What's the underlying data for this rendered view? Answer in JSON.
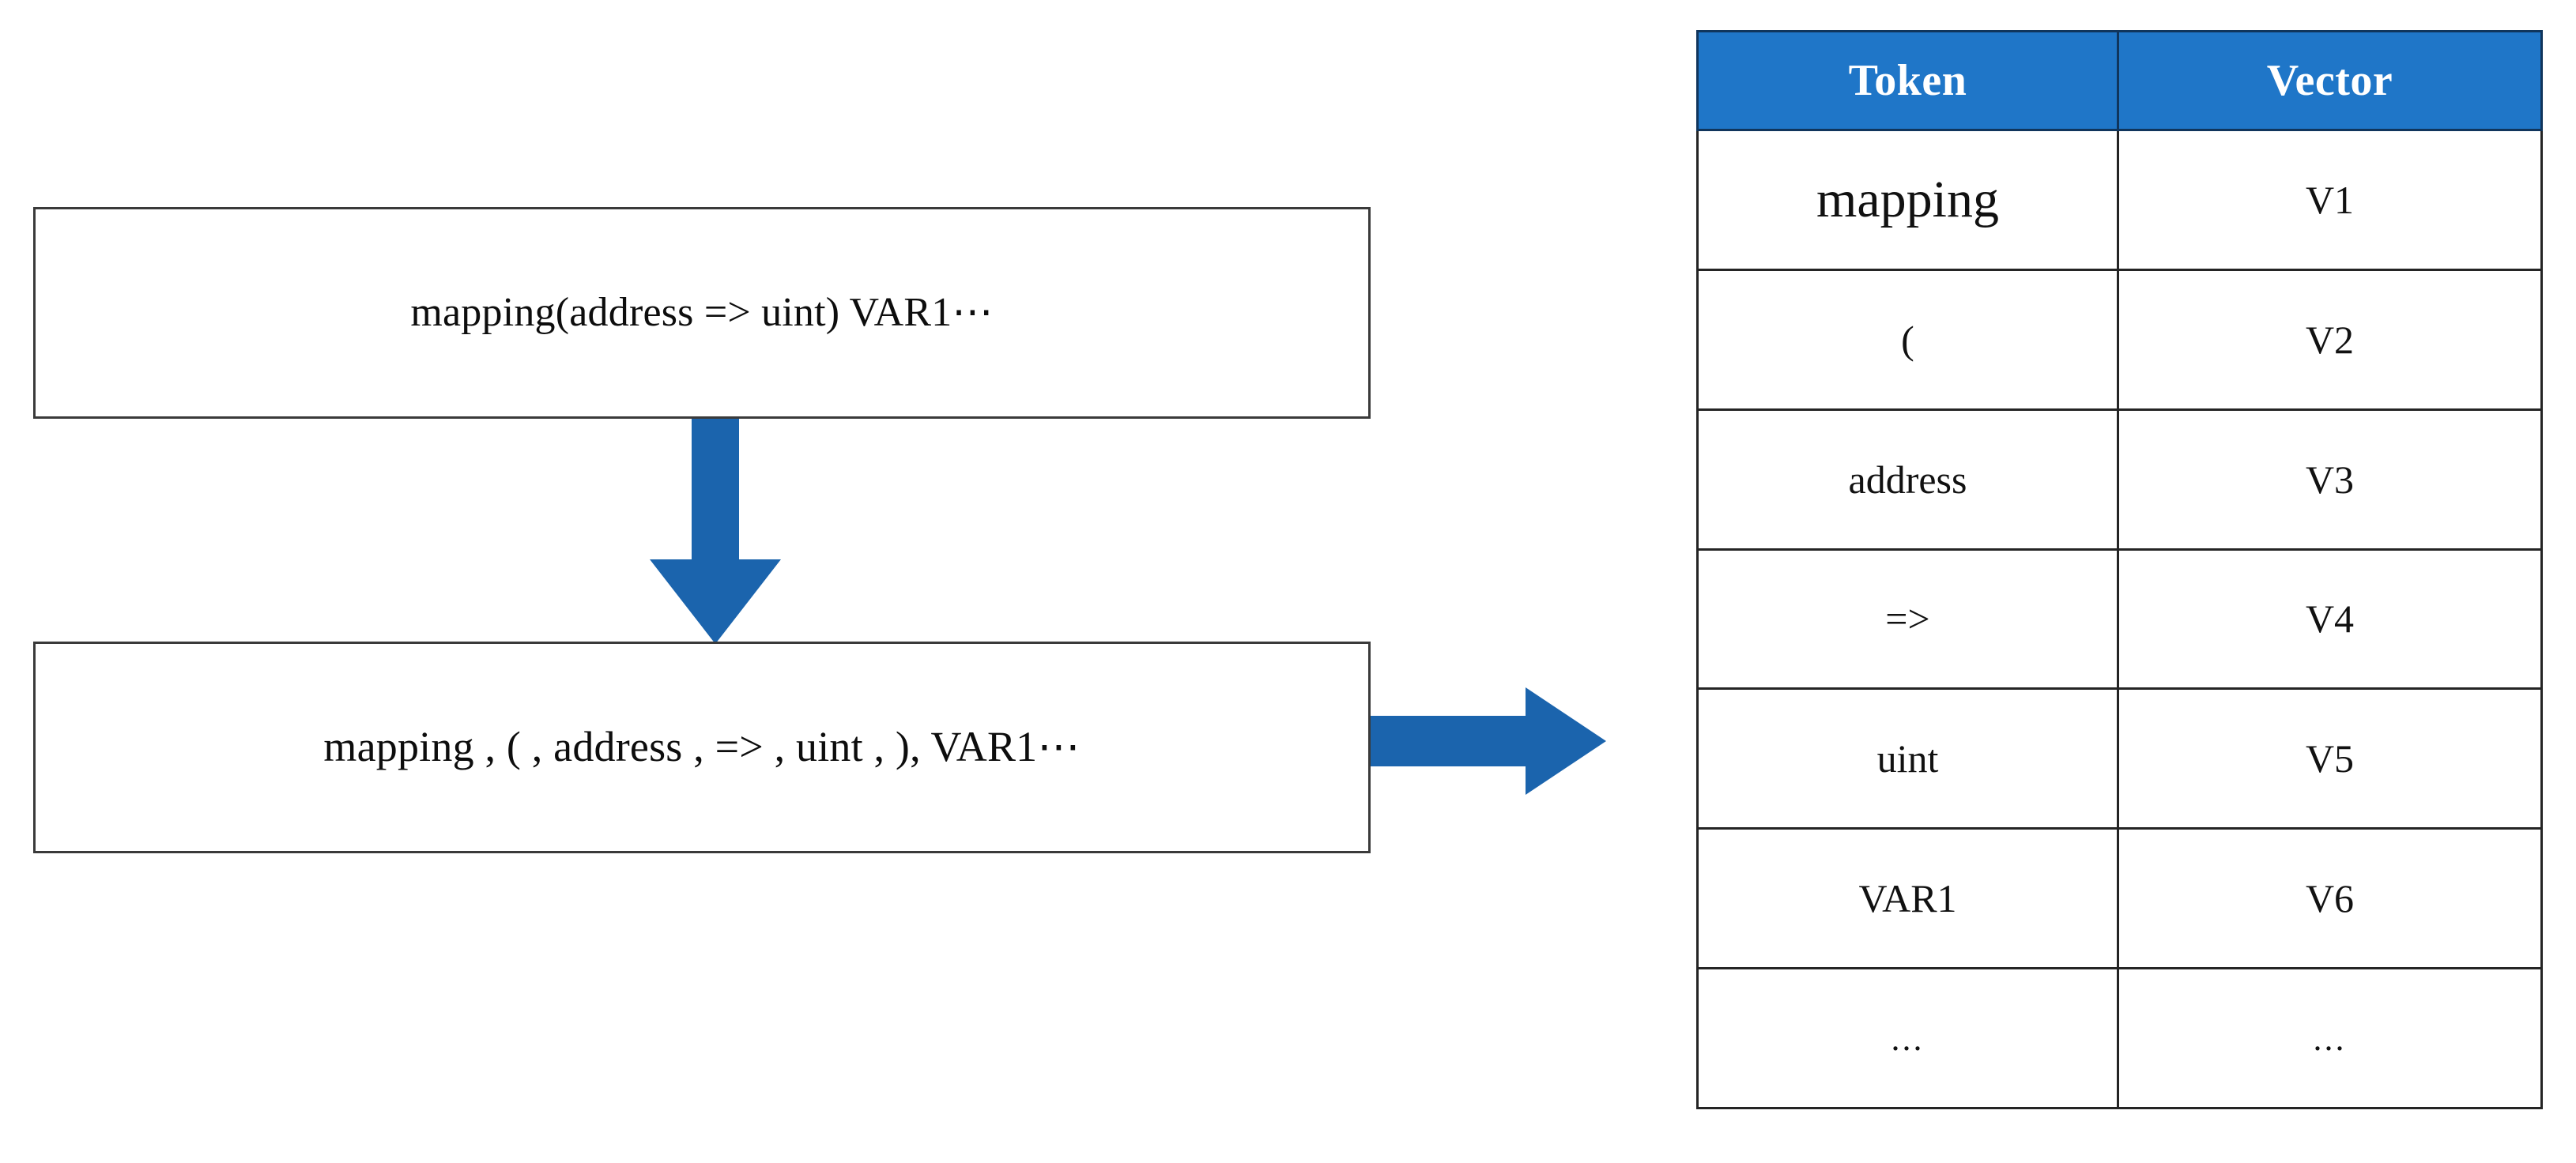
{
  "diagram": {
    "source_box": {
      "text": "mapping(address => uint) VAR1⋯"
    },
    "token_box": {
      "text": "mapping , ( , address , => , uint , ), VAR1⋯"
    },
    "arrows": {
      "down": "tokenize-arrow-down",
      "right": "embed-arrow-right"
    },
    "colors": {
      "arrow_blue": "#1b64ad",
      "header_blue": "#1f76c8",
      "box_border": "#3a3a3a",
      "table_border": "#242424"
    }
  },
  "table": {
    "columns": [
      "Token",
      "Vector"
    ],
    "rows": [
      {
        "token": "mapping",
        "vector": "V1"
      },
      {
        "token": "(",
        "vector": "V2"
      },
      {
        "token": "address",
        "vector": "V3"
      },
      {
        "token": "=>",
        "vector": "V4"
      },
      {
        "token": "uint",
        "vector": "V5"
      },
      {
        "token": "VAR1",
        "vector": "V6"
      },
      {
        "token": "...",
        "vector": "..."
      }
    ]
  }
}
